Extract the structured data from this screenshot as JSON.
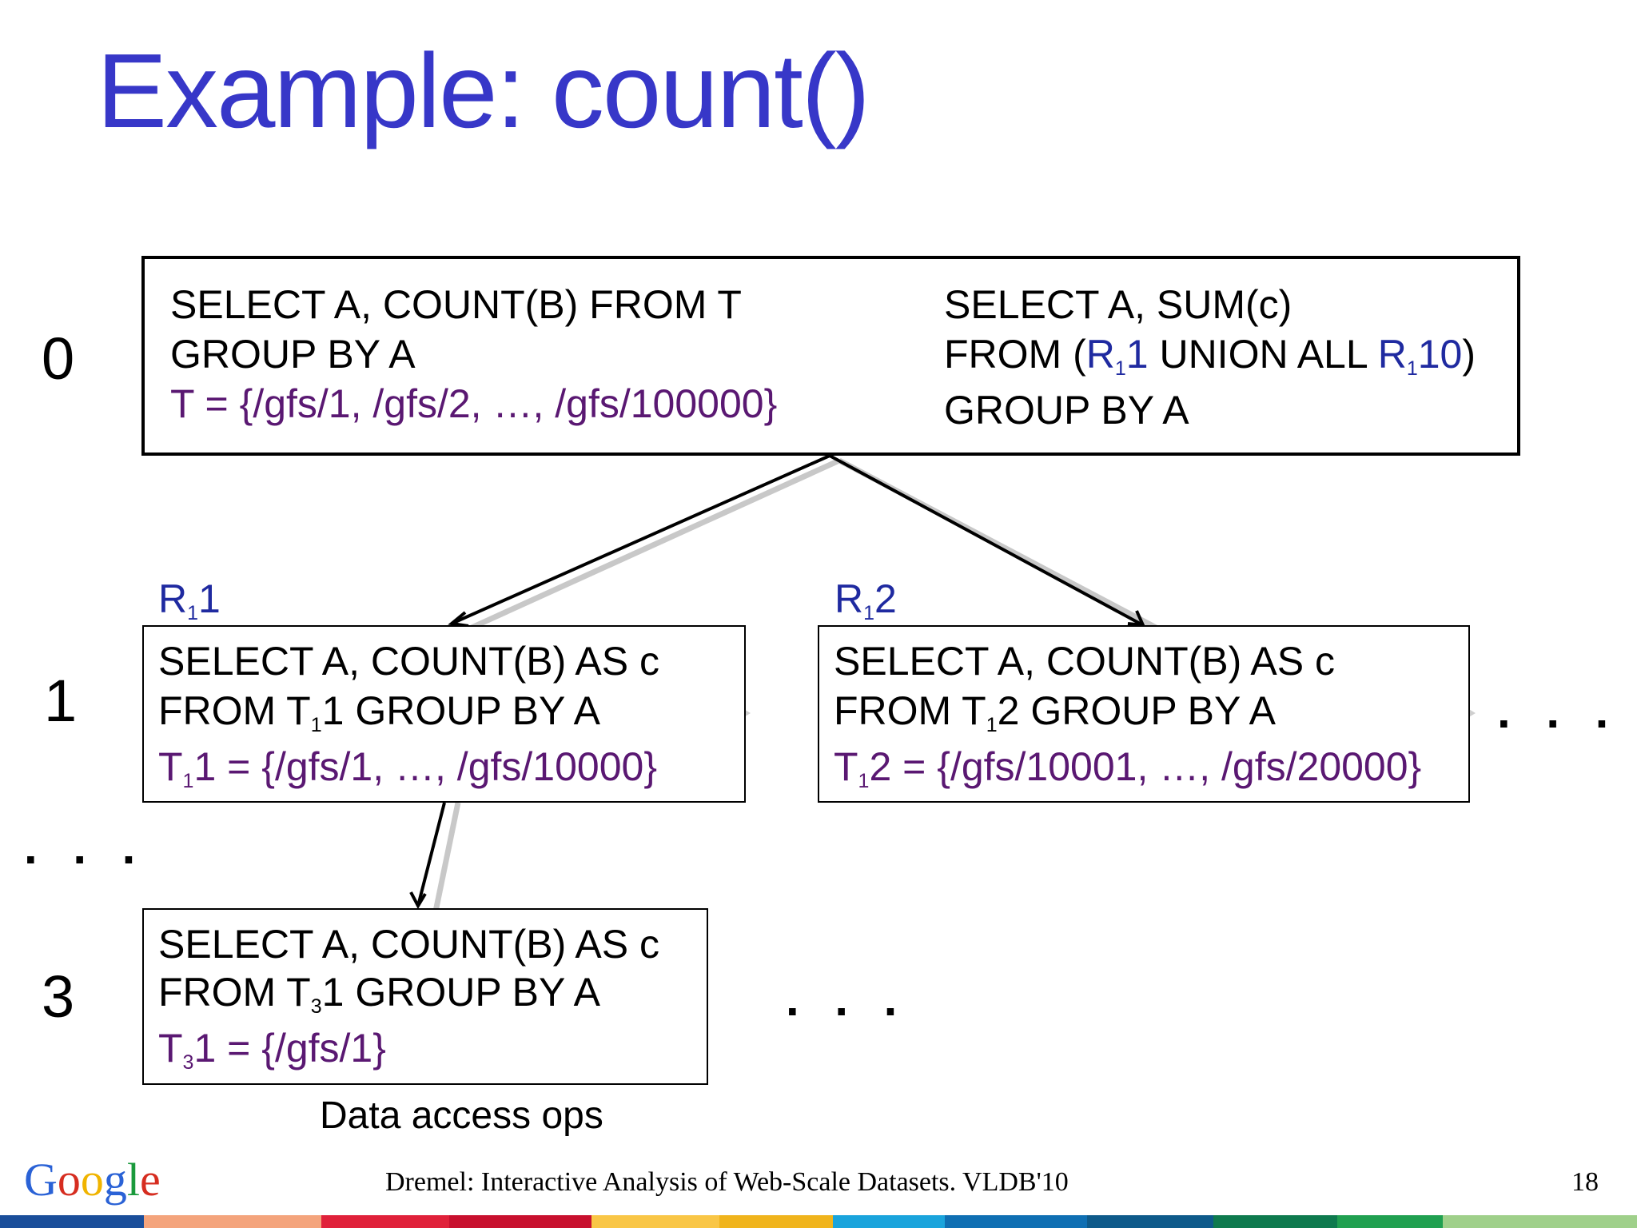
{
  "slide": {
    "title": "Example: count()",
    "page_number": "18",
    "footer": "Dremel: Interactive Analysis of Web-Scale Datasets. VLDB'10",
    "logo": "Google",
    "caption": "Data access ops",
    "ellipsis": ". . ."
  },
  "levels": {
    "l0": "0",
    "l1": "1",
    "l3": "3"
  },
  "root": {
    "left_line1": "SELECT A, COUNT(B) FROM T",
    "left_line2": "GROUP BY A",
    "left_line3": "T = {/gfs/1, /gfs/2, …, /gfs/100000}",
    "right_line1": "SELECT A, SUM(c)",
    "right_line2_a": "FROM (",
    "right_line2_r1": "R",
    "right_line2_sub1": "1",
    "right_line2_r1b": "1",
    "right_line2_mid": " UNION ALL ",
    "right_line2_r2": "R",
    "right_line2_sub2": "1",
    "right_line2_r2b": "10",
    "right_line2_end": ")",
    "right_line3": "GROUP BY A"
  },
  "r1": {
    "label_r": "R",
    "label_sub": "1",
    "label_num": "1",
    "line1": "SELECT A, COUNT(B) AS c",
    "line2_a": "FROM T",
    "line2_sub": "1",
    "line2_b": "1 GROUP BY A",
    "line3_a": "T",
    "line3_sub": "1",
    "line3_b": "1 = {/gfs/1, …, /gfs/10000}"
  },
  "r2": {
    "label_r": "R",
    "label_sub": "1",
    "label_num": "2",
    "line1": "SELECT A, COUNT(B) AS c",
    "line2_a": "FROM T",
    "line2_sub": "1",
    "line2_b": "2 GROUP BY A",
    "line3_a": "T",
    "line3_sub": "1",
    "line3_b": "2 = {/gfs/10001, …, /gfs/20000}"
  },
  "leaf": {
    "line1": "SELECT A, COUNT(B) AS c",
    "line2_a": "FROM T",
    "line2_sub": "3",
    "line2_b": "1 GROUP BY A",
    "line3_a": "T",
    "line3_sub": "3",
    "line3_b": "1 = {/gfs/1}"
  },
  "colors": {
    "title": "#3737c8",
    "purple_text": "#5a1872",
    "blue_text": "#1f2aa0",
    "arrow_blue": "#3d4fe0",
    "strip": [
      "#1a4e9a",
      "#f4a47c",
      "#e0213a",
      "#c8102e",
      "#f9c646",
      "#f0b41c",
      "#1aa4dc",
      "#0f6fb3",
      "#0e5a8a",
      "#0e7a4e",
      "#20a050",
      "#9fd08a"
    ]
  }
}
